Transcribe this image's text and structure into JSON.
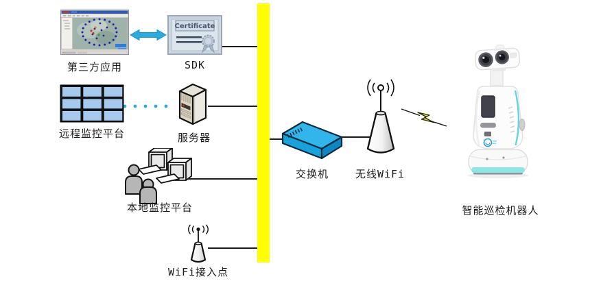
{
  "diagram": {
    "nodes": {
      "third_party_app": {
        "label": "第三方应用"
      },
      "sdk": {
        "label": "SDK",
        "certificate_title": "Certificate"
      },
      "remote_platform": {
        "label": "远程监控平台"
      },
      "server": {
        "label": "服务器"
      },
      "local_platform": {
        "label": "本地监控平台"
      },
      "wifi_ap": {
        "label": "WiFi接入点"
      },
      "switch": {
        "label": "交换机"
      },
      "wireless_wifi": {
        "label": "无线WiFi"
      },
      "robot": {
        "label": "智能巡检机器人"
      }
    },
    "edges": [
      {
        "from": "third_party_app",
        "to": "sdk",
        "style": "double-arrow"
      },
      {
        "from": "sdk",
        "to": "isolation_bar",
        "style": "solid"
      },
      {
        "from": "remote_platform",
        "to": "server",
        "style": "dotted"
      },
      {
        "from": "server",
        "to": "isolation_bar",
        "style": "solid"
      },
      {
        "from": "local_platform",
        "to": "isolation_bar",
        "style": "solid"
      },
      {
        "from": "wifi_ap",
        "to": "isolation_bar",
        "style": "solid"
      },
      {
        "from": "isolation_bar",
        "to": "switch",
        "style": "solid"
      },
      {
        "from": "switch",
        "to": "wireless_wifi",
        "style": "solid"
      },
      {
        "from": "wireless_wifi",
        "to": "robot",
        "style": "wireless-lightning"
      }
    ],
    "colors": {
      "isolation_bar": "#ffff00",
      "link_line": "#1a1a1a",
      "accent_blue": "#29abe2",
      "switch_blue": "#31b5eb",
      "monitor_screen": "#a6c9ee",
      "server_front": "#ddd4c2",
      "lightning_yellow": "#ede73a",
      "robot_accent": "#62d6dc"
    }
  }
}
